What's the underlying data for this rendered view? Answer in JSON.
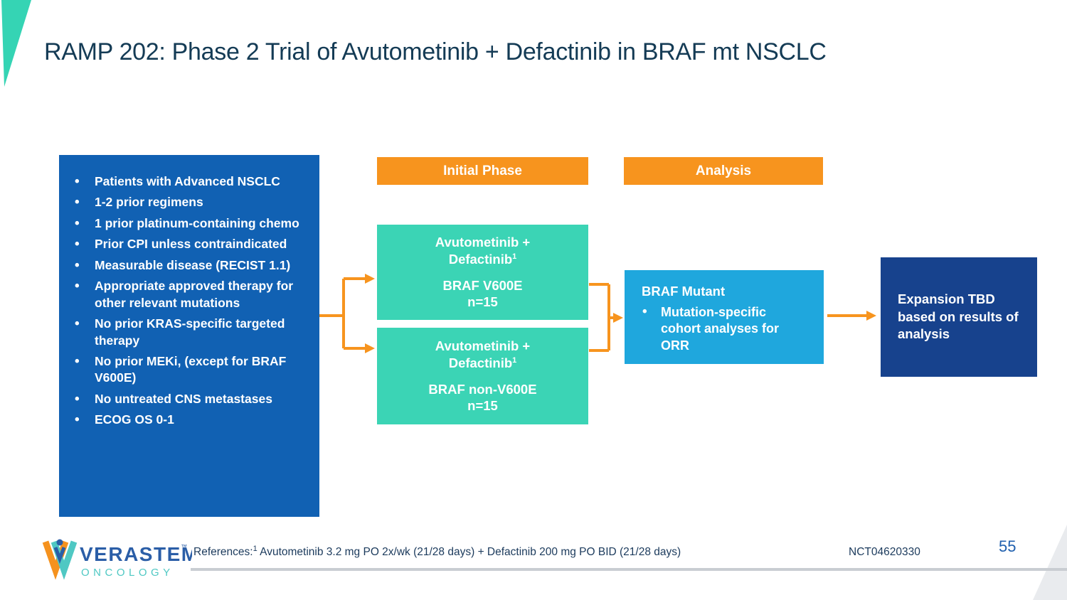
{
  "slide": {
    "title": "RAMP 202: Phase 2 Trial of Avutometinib + Defactinib in BRAF mt NSCLC",
    "page_number": "55",
    "nct_number": "NCT04620330"
  },
  "eligibility": {
    "items": [
      "Patients with Advanced NSCLC",
      "1-2 prior regimens",
      "1 prior platinum-containing chemo",
      "Prior CPI unless contraindicated",
      "Measurable disease (RECIST 1.1)",
      "Appropriate approved therapy for other relevant mutations",
      "No prior KRAS-specific targeted therapy",
      "No prior MEKi, (except for BRAF V600E)",
      "No untreated CNS metastases",
      "ECOG OS 0-1"
    ]
  },
  "flow": {
    "initial_phase_label": "Initial Phase",
    "analysis_label": "Analysis",
    "cohort1": {
      "drug_line1": "Avutometinib +",
      "drug_line2": "Defactinib",
      "footnote_sup": "1",
      "mutation": "BRAF V600E",
      "n": "n=15"
    },
    "cohort2": {
      "drug_line1": "Avutometinib +",
      "drug_line2": "Defactinib",
      "footnote_sup": "1",
      "mutation": "BRAF non-V600E",
      "n": "n=15"
    },
    "analysis_box": {
      "title": "BRAF Mutant",
      "bullet": "Mutation-specific cohort analyses for ORR"
    },
    "expansion_box": {
      "text": "Expansion TBD based on results of analysis"
    }
  },
  "footer": {
    "logo_name": "VERASTEM",
    "logo_tm": "™",
    "logo_sub": "ONCOLOGY",
    "references_label": "References:",
    "references_sup": "1",
    "references_text": " Avutometinib 3.2 mg PO 2x/wk (21/28 days) + Defactinib 200 mg PO BID (21/28 days)"
  },
  "colors": {
    "accent_orange": "#F7941E",
    "royal_blue": "#1161B3",
    "teal_green": "#3BD4B5",
    "cyan": "#1FA7DD",
    "navy": "#17428D",
    "title_navy": "#143B55",
    "footer_navy": "#1B3A5C",
    "page_blue": "#1F5FAE",
    "corner_teal": "#35D4B4",
    "gray_line": "#C9CDD2",
    "wedge_gray": "#E9EBEE",
    "logo_blue": "#2B5EA7",
    "logo_teal": "#4FC8C3",
    "logo_orange": "#F5921E"
  }
}
